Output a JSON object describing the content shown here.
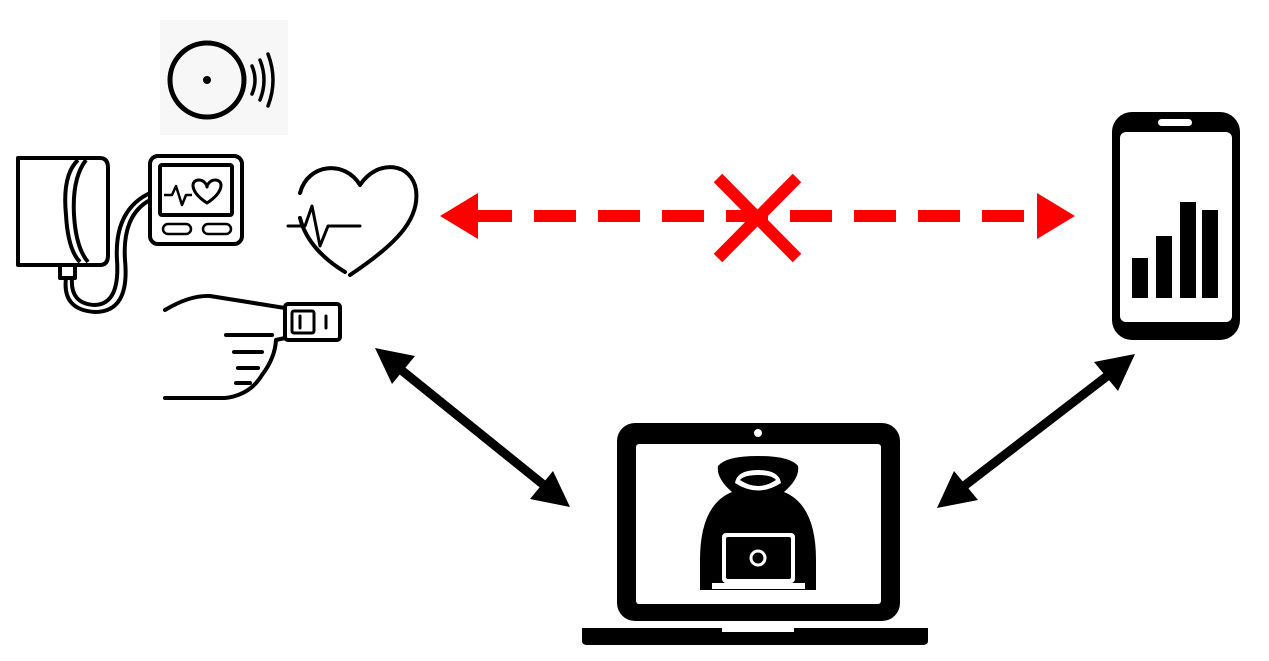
{
  "diagram": {
    "nodes": [
      {
        "id": "wearable-sensors",
        "icons": [
          "wireless-sensor-icon",
          "blood-pressure-monitor-icon",
          "heart-rate-icon",
          "pulse-oximeter-icon"
        ]
      },
      {
        "id": "smartphone",
        "icons": [
          "smartphone-icon",
          "bar-chart-icon"
        ]
      },
      {
        "id": "attacker-laptop",
        "icons": [
          "laptop-icon",
          "hacker-icon"
        ]
      }
    ],
    "links": [
      {
        "from": "wearable-sensors",
        "to": "smartphone",
        "style": "dashed",
        "direction": "bidirectional",
        "blocked": true
      },
      {
        "from": "wearable-sensors",
        "to": "attacker-laptop",
        "style": "solid",
        "direction": "bidirectional",
        "blocked": false
      },
      {
        "from": "smartphone",
        "to": "attacker-laptop",
        "style": "solid",
        "direction": "bidirectional",
        "blocked": false
      }
    ]
  },
  "colors": {
    "icon": "#000000",
    "background": "#ffffff",
    "blocked_link": "#ff0000",
    "attack_link": "#000000",
    "screen_fill": "#ffffff"
  }
}
